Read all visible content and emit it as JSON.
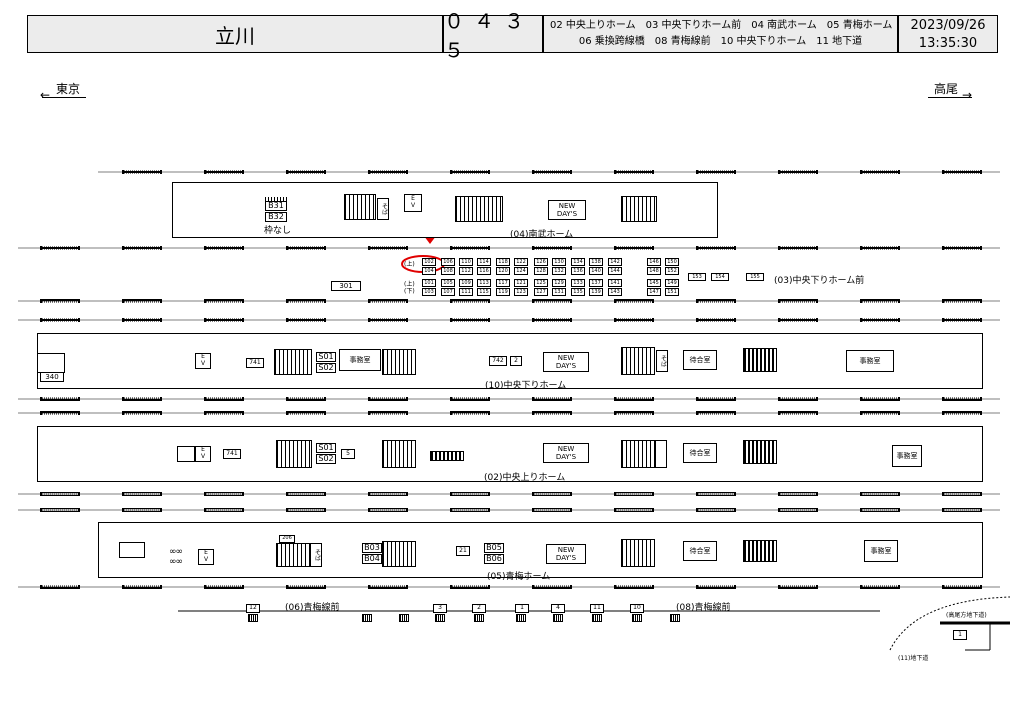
{
  "header": {
    "station": "立川",
    "code": "０４３５",
    "legend_line1": "02 中央上りホーム　03 中央下りホーム前　04 南武ホーム　05 青梅ホーム",
    "legend_line2": "06 乗換跨線橋　08 青梅線前　10 中央下りホーム　11 地下道",
    "date": "2023/09/26",
    "time": "13:35:30"
  },
  "directions": {
    "left": "東京",
    "right": "高尾"
  },
  "platforms": {
    "nambu": {
      "label": "(04)南武ホーム",
      "boxes": [
        "B31",
        "B32"
      ],
      "note": "枠なし",
      "soba": "そば",
      "ev": "E\nV",
      "shop": "NEW\nDAY'S"
    },
    "chuo_down_front": {
      "label": "(03)中央下りホーム前",
      "up_label": "(上)",
      "down_label": "(下)",
      "highlighted": "102",
      "row1": [
        "102",
        "106",
        "110",
        "114",
        "118",
        "122",
        "126",
        "130",
        "134",
        "138",
        "142",
        "146",
        "150"
      ],
      "row2": [
        "104",
        "108",
        "112",
        "116",
        "120",
        "124",
        "128",
        "132",
        "136",
        "140",
        "144",
        "148",
        "152"
      ],
      "row3": [
        "101",
        "105",
        "109",
        "113",
        "117",
        "121",
        "125",
        "129",
        "133",
        "137",
        "141",
        "145",
        "149"
      ],
      "row4": [
        "103",
        "107",
        "111",
        "115",
        "119",
        "123",
        "127",
        "131",
        "135",
        "139",
        "143",
        "147",
        "151"
      ],
      "extra": [
        "153",
        "154",
        "155"
      ],
      "box301": "301"
    },
    "chuo_down": {
      "label": "(10)中央下りホーム",
      "b340": "340",
      "ev": "E\nV",
      "b741": "741",
      "s1": "S01",
      "s2": "S02",
      "office": "事務室",
      "b742": "742",
      "b2": "2",
      "shop": "NEW\nDAY'S",
      "soba": "そば",
      "waiting": "待合室",
      "office2": "事務室"
    },
    "chuo_up": {
      "label": "(02)中央上りホーム",
      "ev": "E\nV",
      "b741": "741",
      "s1": "S01",
      "s2": "S02",
      "b5": "5",
      "shop": "NEW\nDAY'S",
      "waiting": "待合室",
      "office": "事務室"
    },
    "ome": {
      "label": "(05)青梅ホーム",
      "ev": "E\nV",
      "b206": "206",
      "soba": "そば",
      "b03": "B03",
      "b04": "B04",
      "b21": "21",
      "b05": "B05",
      "b06": "B06",
      "shop": "NEW\nDAY'S",
      "waiting": "待合室",
      "office": "事務室"
    }
  },
  "bridge": {
    "label_left": "(06)青梅線前",
    "label_right": "(08)青梅線前",
    "boxes": [
      "12",
      "3",
      "2",
      "1",
      "4",
      "11",
      "10"
    ]
  },
  "underground": {
    "label_top": "(高尾方地下道)",
    "box": "1",
    "label_bottom": "(11)地下道"
  },
  "colors": {
    "accent": "#e00000"
  }
}
